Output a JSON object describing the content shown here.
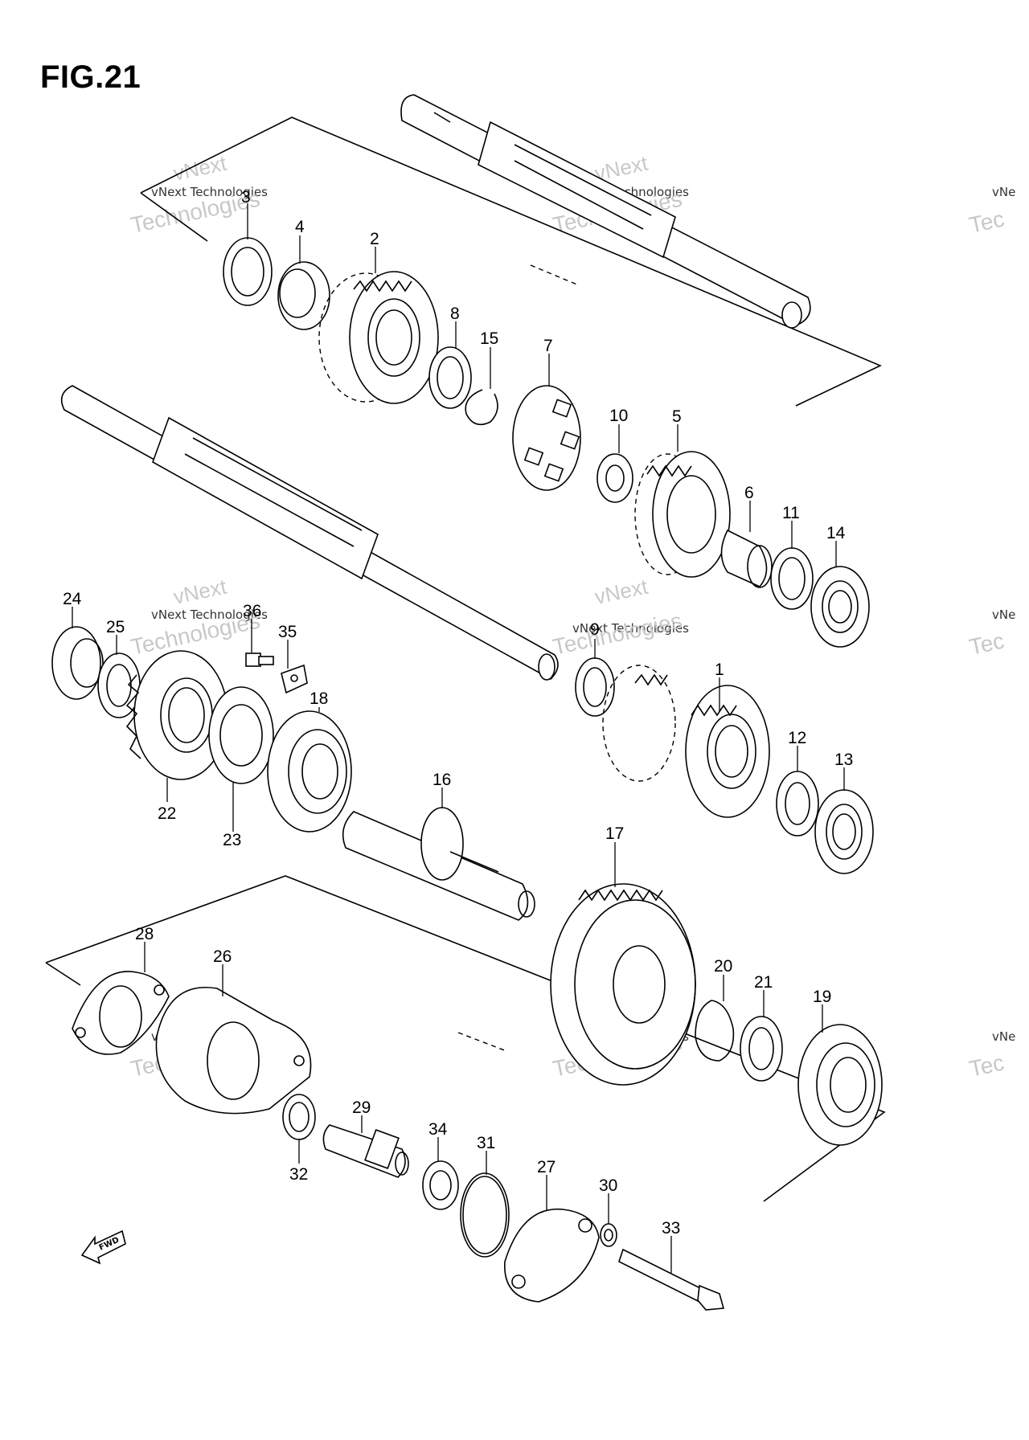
{
  "figure": {
    "title": "FIG.21"
  },
  "watermark": {
    "line1": "vNext Technologies",
    "line2": "Technologies",
    "line3": "vNext",
    "edge": "vNe",
    "edge2": "Tec"
  },
  "fwd_label": "FWD",
  "parts": [
    {
      "id": "1"
    },
    {
      "id": "2"
    },
    {
      "id": "3"
    },
    {
      "id": "4"
    },
    {
      "id": "5"
    },
    {
      "id": "6"
    },
    {
      "id": "7"
    },
    {
      "id": "8"
    },
    {
      "id": "9"
    },
    {
      "id": "10"
    },
    {
      "id": "11"
    },
    {
      "id": "12"
    },
    {
      "id": "13"
    },
    {
      "id": "14"
    },
    {
      "id": "15"
    },
    {
      "id": "16"
    },
    {
      "id": "17"
    },
    {
      "id": "18"
    },
    {
      "id": "19"
    },
    {
      "id": "20"
    },
    {
      "id": "21"
    },
    {
      "id": "22"
    },
    {
      "id": "23"
    },
    {
      "id": "24"
    },
    {
      "id": "25"
    },
    {
      "id": "26"
    },
    {
      "id": "27"
    },
    {
      "id": "28"
    },
    {
      "id": "29"
    },
    {
      "id": "30"
    },
    {
      "id": "31"
    },
    {
      "id": "32"
    },
    {
      "id": "33"
    },
    {
      "id": "34"
    },
    {
      "id": "35"
    },
    {
      "id": "36"
    }
  ]
}
